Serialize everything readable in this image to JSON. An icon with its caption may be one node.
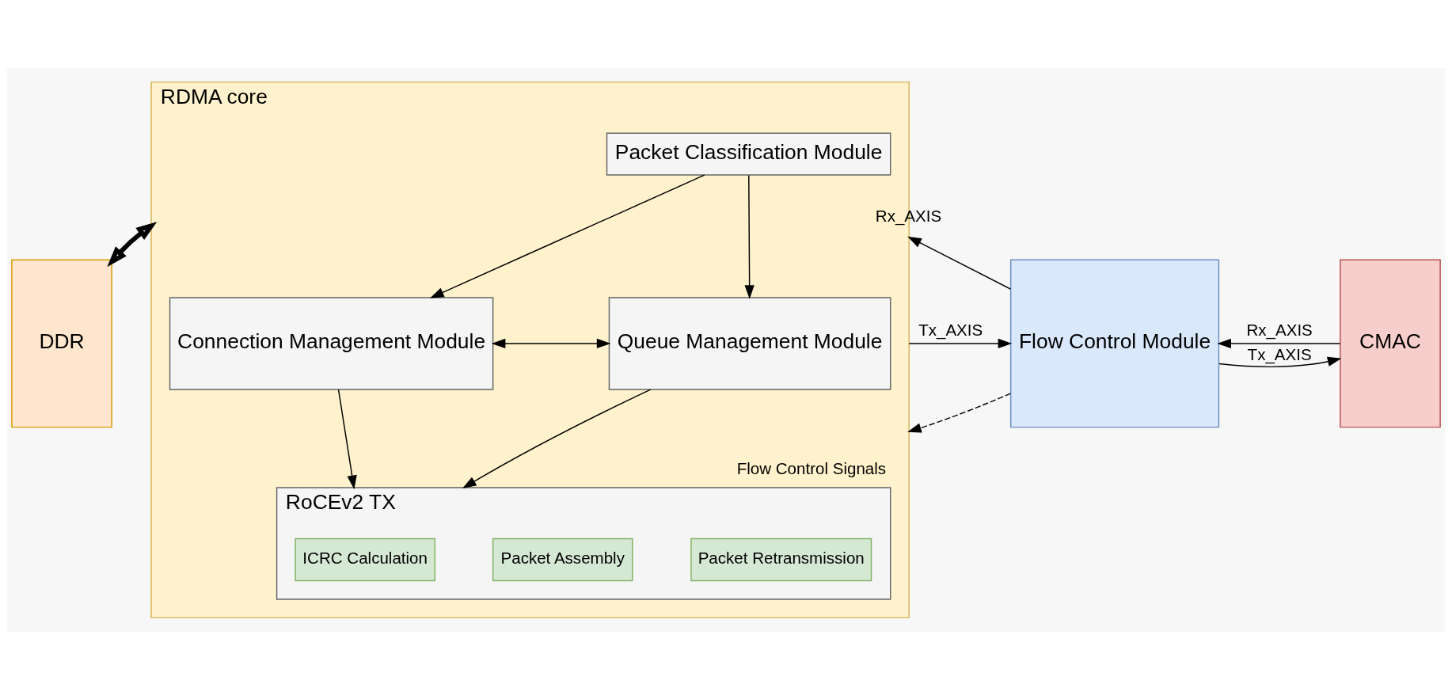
{
  "diagram": {
    "nodes": [
      {
        "text": [
          "DDR"
        ]
      },
      {
        "text": [
          "RDMA core"
        ]
      },
      {
        "text": [
          "Packet Classification Module"
        ],
        "in": 1
      },
      {
        "text": [
          "Connection Management Module"
        ],
        "in": 1
      },
      {
        "text": [
          "Queue Management Module"
        ],
        "in": 1
      },
      {
        "text": [
          "RoCEv2 TX"
        ],
        "in": 1
      },
      {
        "text": [
          "Packet Retransmission"
        ],
        "in": 5
      },
      {
        "text": [
          "ICRC Calculation"
        ],
        "in": 5
      },
      {
        "text": [
          "Packet Assembly"
        ],
        "in": 5
      },
      {
        "text": [
          "Flow Control Module"
        ]
      },
      {
        "text": [
          "CMAC"
        ]
      }
    ],
    "edges": [
      {
        "from": 0,
        "to": 1,
        "arrow": "both",
        "style": "thick"
      },
      {
        "from": 2,
        "to": 3,
        "arrow": "to"
      },
      {
        "from": 2,
        "to": 4,
        "arrow": "to"
      },
      {
        "from": 3,
        "to": 4,
        "arrow": "both"
      },
      {
        "from": 3,
        "to": 5,
        "arrow": "to"
      },
      {
        "from": 4,
        "to": 5,
        "arrow": "to"
      },
      {
        "from": 1,
        "to": 9,
        "arrow": "to",
        "label": "Tx_AXIS"
      },
      {
        "from": 10,
        "to": 9,
        "arrow": "to",
        "label": "Rx_AXIS"
      },
      {
        "from": 9,
        "to": 1,
        "arrow": "to",
        "label": "Rx_AXIS"
      },
      {
        "from": 9,
        "to": 10,
        "arrow": "to",
        "label": "Tx_AXIS"
      },
      {
        "from": 9,
        "to": 1,
        "arrow": "to",
        "label": "Flow Control Signals",
        "style": "dashed"
      }
    ]
  }
}
